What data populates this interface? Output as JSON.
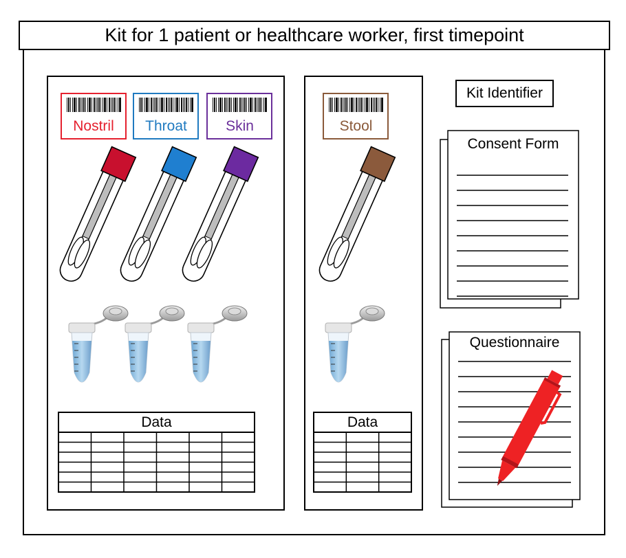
{
  "title": "Kit for 1 patient or healthcare worker, first timepoint",
  "sample_panels": [
    {
      "samples": [
        {
          "label": "Nostril",
          "color": "#e5202e",
          "cap_color": "#c8102e"
        },
        {
          "label": "Throat",
          "color": "#1f7ac0",
          "cap_color": "#1f7fd0"
        },
        {
          "label": "Skin",
          "color": "#6a2f9a",
          "cap_color": "#6c2aa0"
        }
      ],
      "data_label": "Data"
    },
    {
      "samples": [
        {
          "label": "Stool",
          "color": "#8a5a3a",
          "cap_color": "#8b5a3c"
        }
      ],
      "data_label": "Data"
    }
  ],
  "kit_identifier": "Kit Identifier",
  "consent_form": "Consent Form",
  "questionnaire": "Questionnaire",
  "colors": {
    "pen": "#ee2224",
    "liquid": "#9fc9e8"
  }
}
